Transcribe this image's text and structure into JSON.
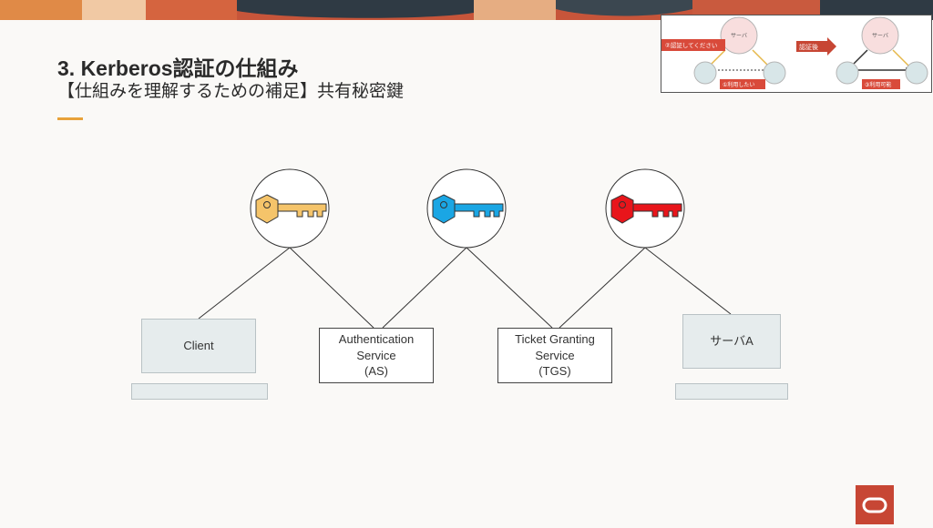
{
  "slide": {
    "title": "3. Kerberos認証の仕組み",
    "subtitle": "【仕組みを理解するための補足】共有秘密鍵"
  },
  "thumbnail": {
    "server_label": "サーバ",
    "callout_auth_request": "②認証してください",
    "callout_want_use": "①利用したい",
    "arrow_label": "認証後",
    "callout_usable": "③利用可能"
  },
  "diagram": {
    "keys": [
      {
        "name": "client-as-key",
        "color": "#f5c46a"
      },
      {
        "name": "as-tgs-key",
        "color": "#1aa6e4"
      },
      {
        "name": "tgs-server-key",
        "color": "#e8151b"
      }
    ],
    "nodes": {
      "client": "Client",
      "as_line1": "Authentication",
      "as_line2": "Service",
      "as_line3": "(AS)",
      "tgs_line1": "Ticket Granting",
      "tgs_line2": "Service",
      "tgs_line3": "(TGS)",
      "server": "サーバA"
    }
  },
  "colors": {
    "accent": "#e8a23a",
    "brand": "#c74634",
    "box_fill": "#e6eced"
  }
}
